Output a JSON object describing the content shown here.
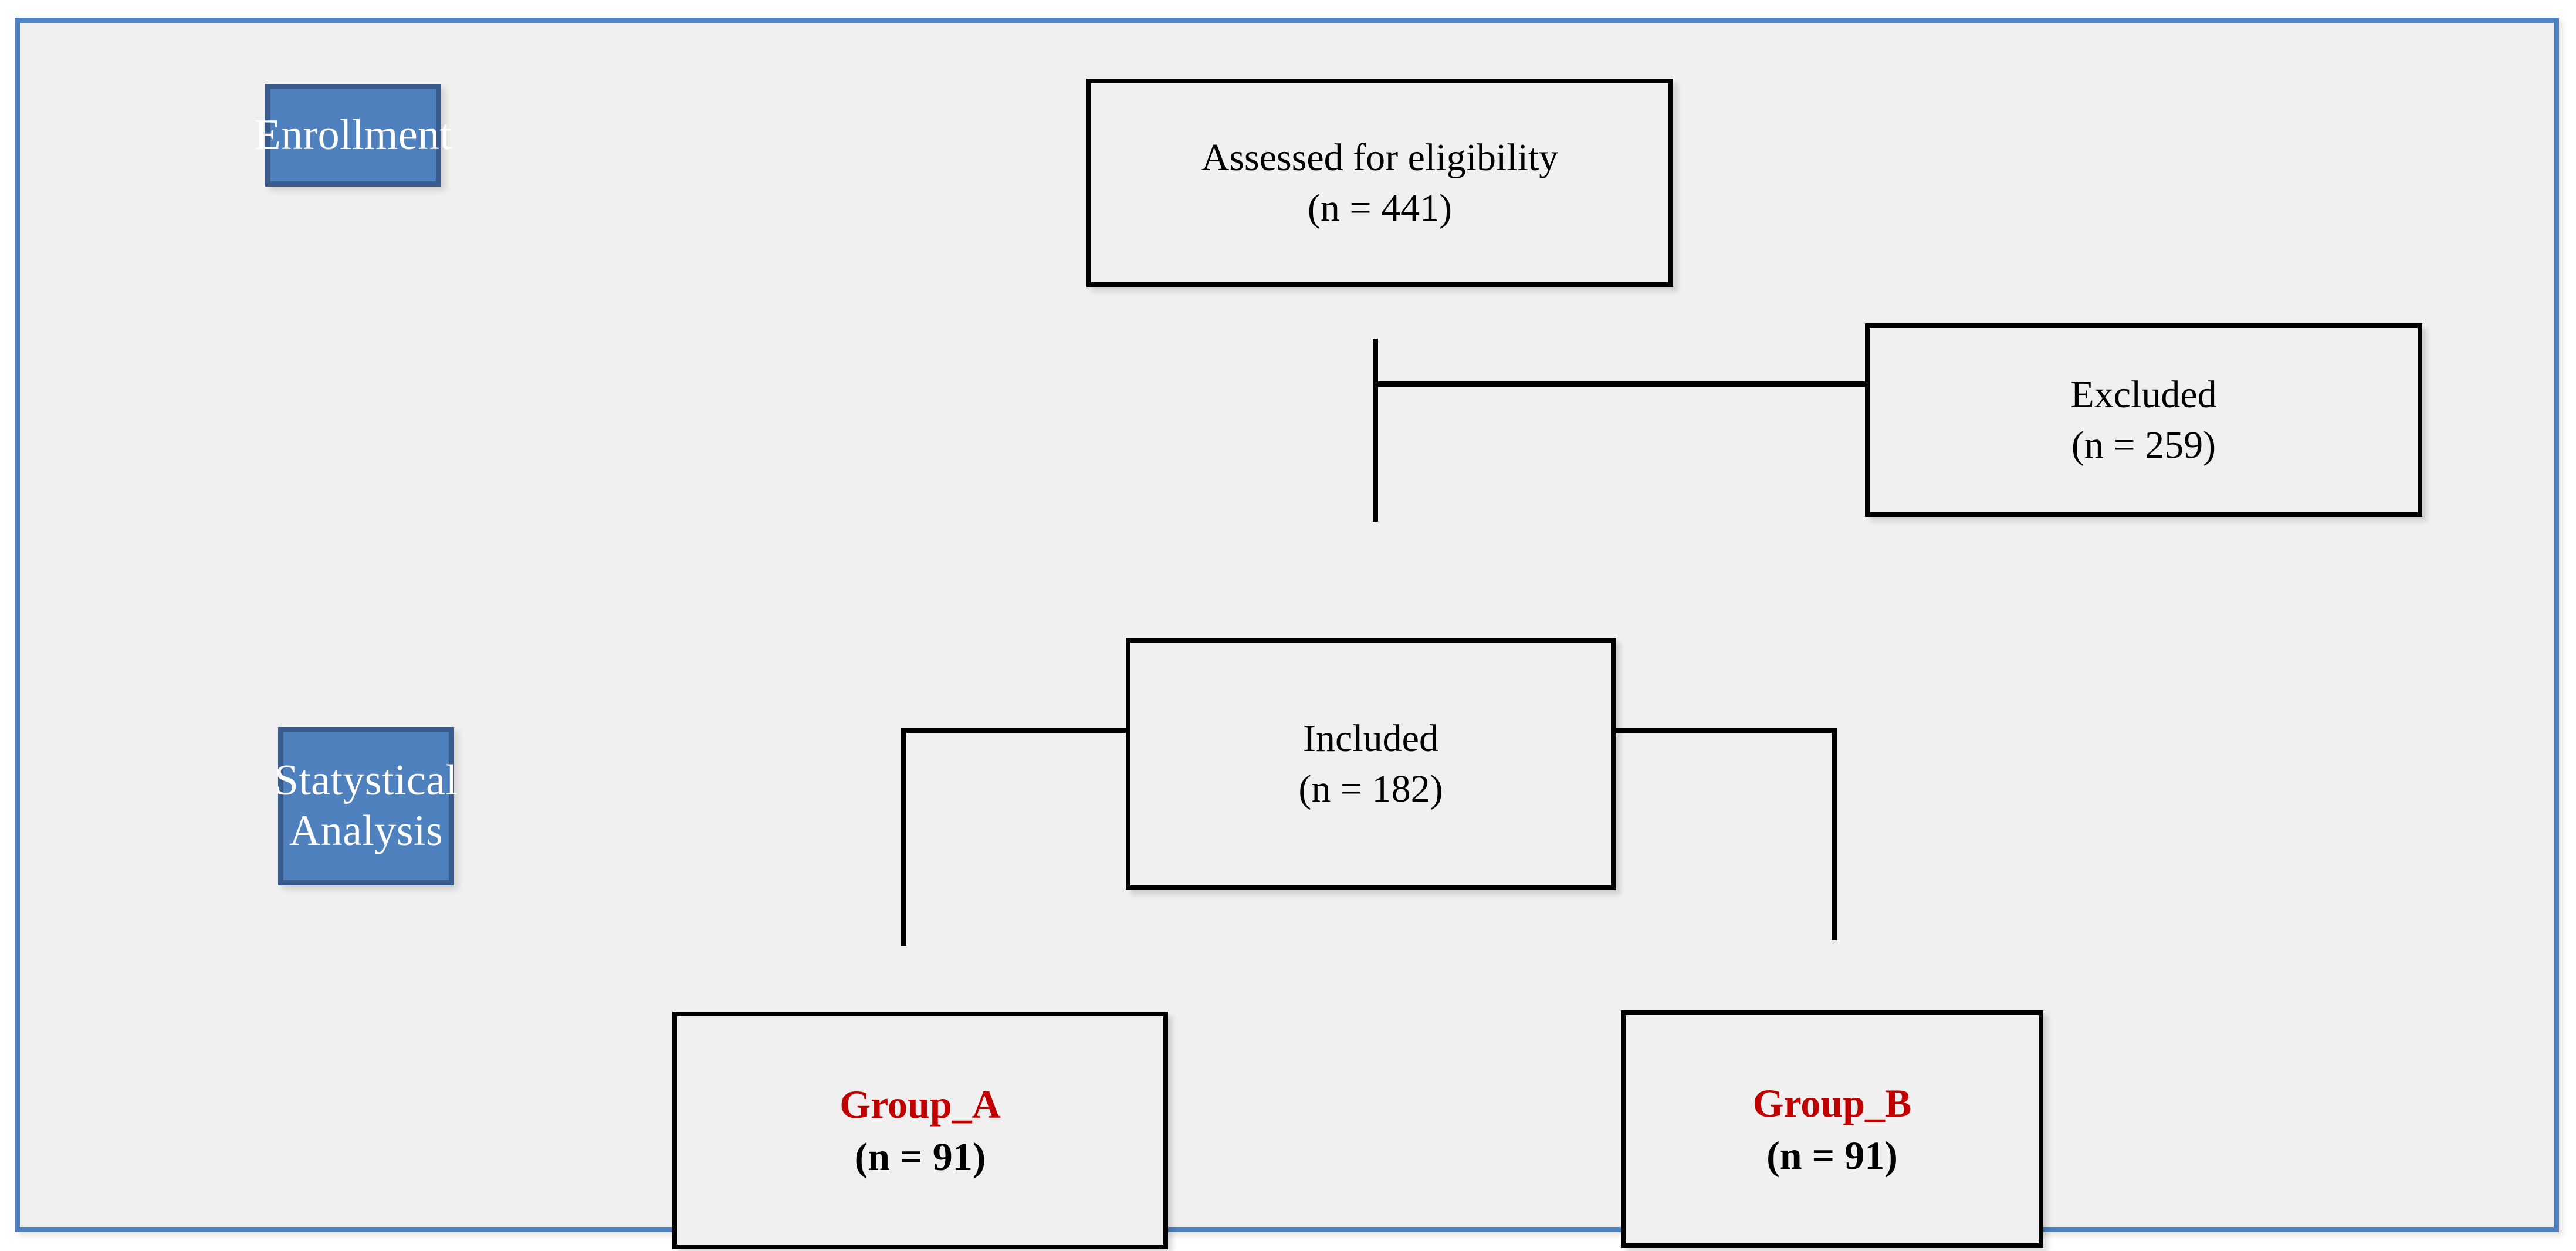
{
  "diagram": {
    "type": "consort-flow-diagram",
    "frame": {
      "border_color": "#4E81BD",
      "background_color": "#F0F0F0"
    },
    "stage_labels": [
      {
        "id": "enrollment",
        "text": "Enrollment",
        "fill_color": "#4E81BD",
        "border_color": "#3A5C8C",
        "text_color": "#FFFFFF"
      },
      {
        "id": "analysis",
        "line1": "Statystical",
        "line2": "Analysis",
        "fill_color": "#4E81BD",
        "border_color": "#3A5C8C",
        "text_color": "#FFFFFF"
      }
    ],
    "nodes": [
      {
        "id": "assessed",
        "label": "Assessed for eligibility",
        "count_text": "(n = 441)",
        "n": 441
      },
      {
        "id": "excluded",
        "label": "Excluded",
        "count_text": "(n = 259)",
        "n": 259
      },
      {
        "id": "included",
        "label": "Included",
        "count_text": "(n = 182)",
        "n": 182
      },
      {
        "id": "group_a",
        "label": "Group_A",
        "count_text": "(n = 91)",
        "n": 91,
        "label_color": "#C00000"
      },
      {
        "id": "group_b",
        "label": "Group_B",
        "count_text": "(n = 91)",
        "n": 91,
        "label_color": "#C00000"
      }
    ],
    "edges": [
      {
        "from": "assessed",
        "to": "excluded"
      },
      {
        "from": "assessed",
        "to": "included"
      },
      {
        "from": "included",
        "to": "group_a"
      },
      {
        "from": "included",
        "to": "group_b"
      }
    ]
  }
}
